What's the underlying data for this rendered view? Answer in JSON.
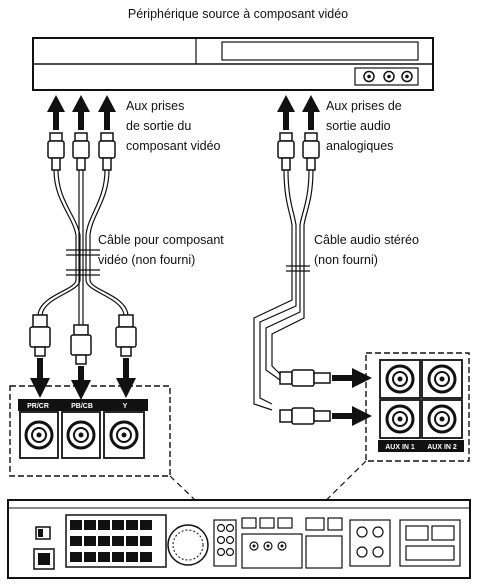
{
  "diagram": {
    "title": "Périphérique source à composant vidéo",
    "video_outputs_label": [
      "Aux prises",
      "de sortie du",
      "composant vidéo"
    ],
    "audio_outputs_label": [
      "Aux prises de",
      "sortie audio",
      "analogiques"
    ],
    "video_cable_label": [
      "Câble pour composant",
      "vidéo (non fourni)"
    ],
    "audio_cable_label": [
      "Câble audio stéréo",
      "(non fourni)"
    ],
    "panel_left_labels": [
      "PR/CR",
      "PB/CB",
      "Y"
    ],
    "aux_labels": [
      "AUX IN 1",
      "AUX IN 2"
    ]
  }
}
